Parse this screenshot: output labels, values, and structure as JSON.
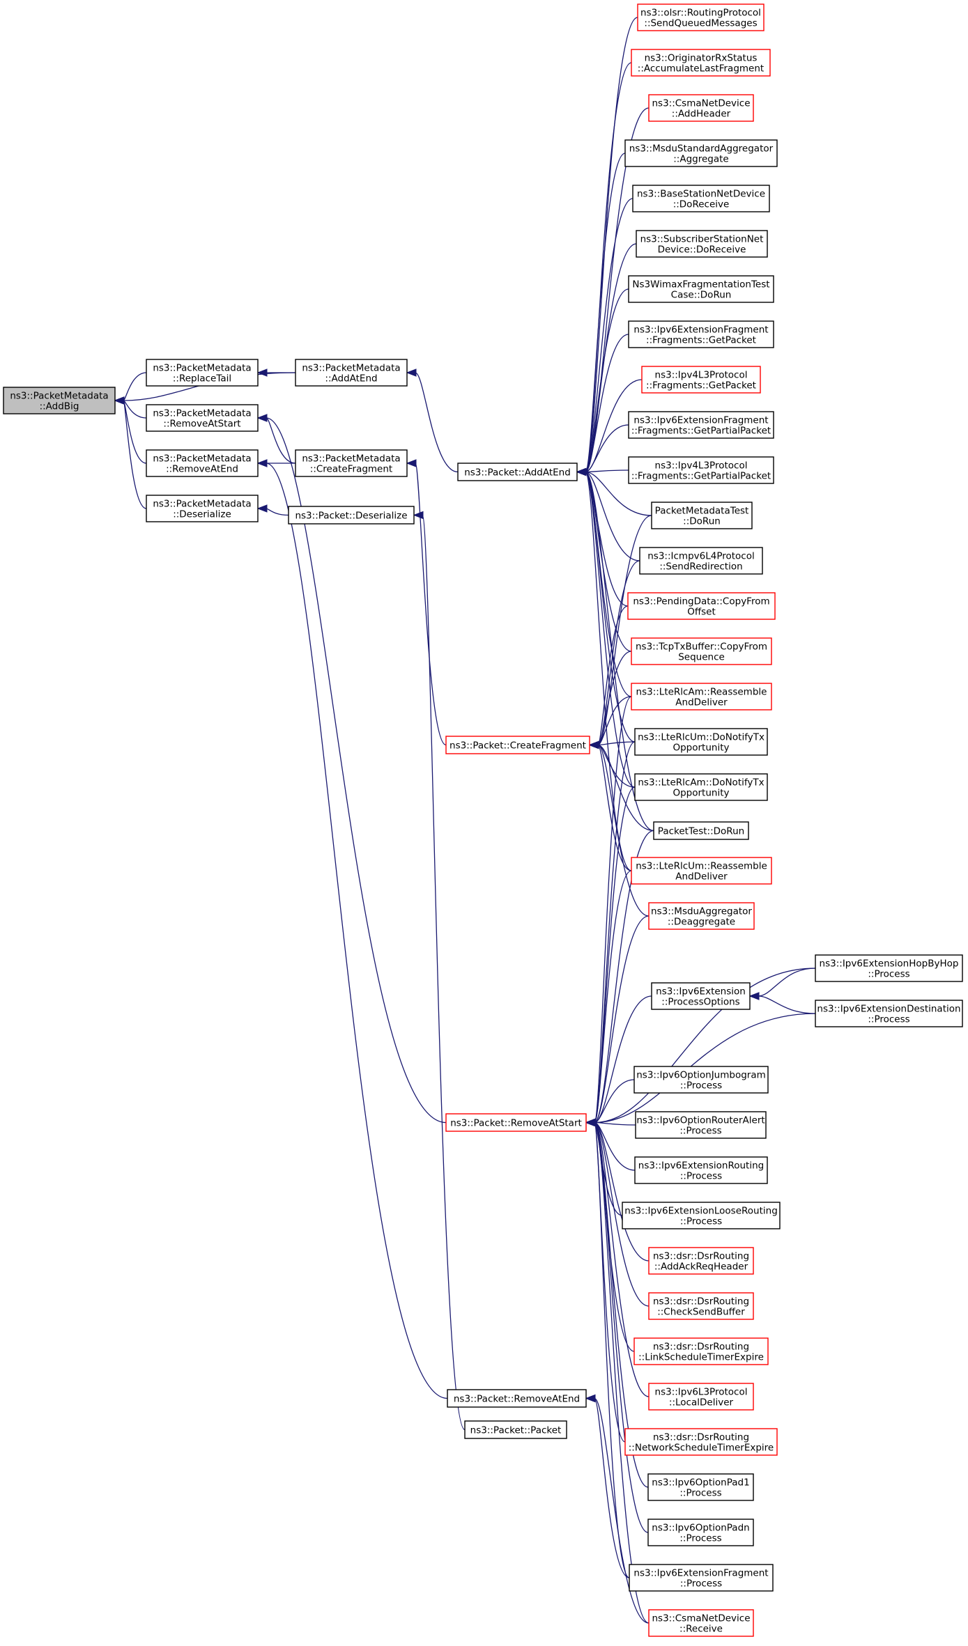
{
  "graph": {
    "colors": {
      "edge": "#191970",
      "root_fill": "#bfbfbf",
      "red_border": "#ff0000",
      "normal_border": "#000000"
    },
    "nodes": [
      {
        "id": "n0",
        "lines": [
          "ns3::PacketMetadata",
          "::AddBig"
        ],
        "style": "root"
      },
      {
        "id": "n1",
        "lines": [
          "ns3::PacketMetadata",
          "::ReplaceTail"
        ],
        "style": "normal"
      },
      {
        "id": "n2",
        "lines": [
          "ns3::PacketMetadata",
          "::AddAtEnd"
        ],
        "style": "normal"
      },
      {
        "id": "n3",
        "lines": [
          "ns3::PacketMetadata",
          "::RemoveAtStart"
        ],
        "style": "normal"
      },
      {
        "id": "n4",
        "lines": [
          "ns3::PacketMetadata",
          "::RemoveAtEnd"
        ],
        "style": "normal"
      },
      {
        "id": "n5",
        "lines": [
          "ns3::PacketMetadata",
          "::CreateFragment"
        ],
        "style": "normal"
      },
      {
        "id": "n6",
        "lines": [
          "ns3::PacketMetadata",
          "::Deserialize"
        ],
        "style": "normal"
      },
      {
        "id": "n7",
        "lines": [
          "ns3::Packet::Deserialize"
        ],
        "style": "normal"
      },
      {
        "id": "n8",
        "lines": [
          "ns3::Packet::AddAtEnd"
        ],
        "style": "normal"
      },
      {
        "id": "n9",
        "lines": [
          "ns3::Packet::CreateFragment"
        ],
        "style": "red"
      },
      {
        "id": "n10",
        "lines": [
          "ns3::Packet::RemoveAtStart"
        ],
        "style": "red"
      },
      {
        "id": "n11",
        "lines": [
          "ns3::Packet::RemoveAtEnd"
        ],
        "style": "normal"
      },
      {
        "id": "n12",
        "lines": [
          "ns3::Packet::Packet"
        ],
        "style": "normal"
      },
      {
        "id": "r1",
        "lines": [
          "ns3::olsr::RoutingProtocol",
          "::SendQueuedMessages"
        ],
        "style": "red"
      },
      {
        "id": "r2",
        "lines": [
          "ns3::OriginatorRxStatus",
          "::AccumulateLastFragment"
        ],
        "style": "red"
      },
      {
        "id": "r3",
        "lines": [
          "ns3::CsmaNetDevice",
          "::AddHeader"
        ],
        "style": "red"
      },
      {
        "id": "r4",
        "lines": [
          "ns3::MsduStandardAggregator",
          "::Aggregate"
        ],
        "style": "normal"
      },
      {
        "id": "r5",
        "lines": [
          "ns3::BaseStationNetDevice",
          "::DoReceive"
        ],
        "style": "normal"
      },
      {
        "id": "r6",
        "lines": [
          "ns3::SubscriberStationNet",
          "Device::DoReceive"
        ],
        "style": "normal"
      },
      {
        "id": "r7",
        "lines": [
          "Ns3WimaxFragmentationTest",
          "Case::DoRun"
        ],
        "style": "normal"
      },
      {
        "id": "r8",
        "lines": [
          "ns3::Ipv6ExtensionFragment",
          "::Fragments::GetPacket"
        ],
        "style": "normal"
      },
      {
        "id": "r9",
        "lines": [
          "ns3::Ipv4L3Protocol",
          "::Fragments::GetPacket"
        ],
        "style": "red"
      },
      {
        "id": "r10",
        "lines": [
          "ns3::Ipv6ExtensionFragment",
          "::Fragments::GetPartialPacket"
        ],
        "style": "normal"
      },
      {
        "id": "r11",
        "lines": [
          "ns3::Ipv4L3Protocol",
          "::Fragments::GetPartialPacket"
        ],
        "style": "normal"
      },
      {
        "id": "r12",
        "lines": [
          "PacketMetadataTest",
          "::DoRun"
        ],
        "style": "normal"
      },
      {
        "id": "r13",
        "lines": [
          "ns3::Icmpv6L4Protocol",
          "::SendRedirection"
        ],
        "style": "normal"
      },
      {
        "id": "r14",
        "lines": [
          "ns3::PendingData::CopyFrom",
          "Offset"
        ],
        "style": "red"
      },
      {
        "id": "r15",
        "lines": [
          "ns3::TcpTxBuffer::CopyFrom",
          "Sequence"
        ],
        "style": "red"
      },
      {
        "id": "r16",
        "lines": [
          "ns3::LteRlcAm::Reassemble",
          "AndDeliver"
        ],
        "style": "red"
      },
      {
        "id": "r17",
        "lines": [
          "ns3::LteRlcUm::DoNotifyTx",
          "Opportunity"
        ],
        "style": "normal"
      },
      {
        "id": "r18",
        "lines": [
          "ns3::LteRlcAm::DoNotifyTx",
          "Opportunity"
        ],
        "style": "normal"
      },
      {
        "id": "r19",
        "lines": [
          "PacketTest::DoRun"
        ],
        "style": "normal"
      },
      {
        "id": "r20",
        "lines": [
          "ns3::LteRlcUm::Reassemble",
          "AndDeliver"
        ],
        "style": "red"
      },
      {
        "id": "r21",
        "lines": [
          "ns3::MsduAggregator",
          "::Deaggregate"
        ],
        "style": "red"
      },
      {
        "id": "r22",
        "lines": [
          "ns3::Ipv6Extension",
          "::ProcessOptions"
        ],
        "style": "normal"
      },
      {
        "id": "r23",
        "lines": [
          "ns3::Ipv6ExtensionHopByHop",
          "::Process"
        ],
        "style": "normal"
      },
      {
        "id": "r24",
        "lines": [
          "ns3::Ipv6ExtensionDestination",
          "::Process"
        ],
        "style": "normal"
      },
      {
        "id": "r25",
        "lines": [
          "ns3::Ipv6OptionJumbogram",
          "::Process"
        ],
        "style": "normal"
      },
      {
        "id": "r26",
        "lines": [
          "ns3::Ipv6OptionRouterAlert",
          "::Process"
        ],
        "style": "normal"
      },
      {
        "id": "r27",
        "lines": [
          "ns3::Ipv6ExtensionRouting",
          "::Process"
        ],
        "style": "normal"
      },
      {
        "id": "r28",
        "lines": [
          "ns3::Ipv6ExtensionLooseRouting",
          "::Process"
        ],
        "style": "normal"
      },
      {
        "id": "r29",
        "lines": [
          "ns3::dsr::DsrRouting",
          "::AddAckReqHeader"
        ],
        "style": "red"
      },
      {
        "id": "r30",
        "lines": [
          "ns3::dsr::DsrRouting",
          "::CheckSendBuffer"
        ],
        "style": "red"
      },
      {
        "id": "r31",
        "lines": [
          "ns3::dsr::DsrRouting",
          "::LinkScheduleTimerExpire"
        ],
        "style": "red"
      },
      {
        "id": "r32",
        "lines": [
          "ns3::Ipv6L3Protocol",
          "::LocalDeliver"
        ],
        "style": "red"
      },
      {
        "id": "r33",
        "lines": [
          "ns3::dsr::DsrRouting",
          "::NetworkScheduleTimerExpire"
        ],
        "style": "red"
      },
      {
        "id": "r34",
        "lines": [
          "ns3::Ipv6OptionPad1",
          "::Process"
        ],
        "style": "normal"
      },
      {
        "id": "r35",
        "lines": [
          "ns3::Ipv6OptionPadn",
          "::Process"
        ],
        "style": "normal"
      },
      {
        "id": "r36",
        "lines": [
          "ns3::Ipv6ExtensionFragment",
          "::Process"
        ],
        "style": "normal"
      },
      {
        "id": "r37",
        "lines": [
          "ns3::CsmaNetDevice",
          "::Receive"
        ],
        "style": "red"
      }
    ],
    "edges": [
      [
        "n1",
        "n0"
      ],
      [
        "n2",
        "n0"
      ],
      [
        "n3",
        "n0"
      ],
      [
        "n4",
        "n0"
      ],
      [
        "n6",
        "n0"
      ],
      [
        "n2",
        "n1"
      ],
      [
        "n5",
        "n3"
      ],
      [
        "n5",
        "n4"
      ],
      [
        "n7",
        "n6"
      ],
      [
        "n8",
        "n2"
      ],
      [
        "n9",
        "n5"
      ],
      [
        "n10",
        "n3"
      ],
      [
        "n11",
        "n4"
      ],
      [
        "n12",
        "n7"
      ],
      [
        "r1",
        "n8"
      ],
      [
        "r2",
        "n8"
      ],
      [
        "r3",
        "n8"
      ],
      [
        "r4",
        "n8"
      ],
      [
        "r5",
        "n8"
      ],
      [
        "r6",
        "n8"
      ],
      [
        "r7",
        "n8"
      ],
      [
        "r8",
        "n8"
      ],
      [
        "r9",
        "n8"
      ],
      [
        "r10",
        "n8"
      ],
      [
        "r11",
        "n8"
      ],
      [
        "r12",
        "n8"
      ],
      [
        "r13",
        "n8"
      ],
      [
        "r14",
        "n8"
      ],
      [
        "r15",
        "n8"
      ],
      [
        "r16",
        "n8"
      ],
      [
        "r17",
        "n8"
      ],
      [
        "r18",
        "n8"
      ],
      [
        "r19",
        "n8"
      ],
      [
        "r20",
        "n8"
      ],
      [
        "r12",
        "n9"
      ],
      [
        "r13",
        "n9"
      ],
      [
        "r14",
        "n9"
      ],
      [
        "r15",
        "n9"
      ],
      [
        "r16",
        "n9"
      ],
      [
        "r17",
        "n9"
      ],
      [
        "r18",
        "n9"
      ],
      [
        "r19",
        "n9"
      ],
      [
        "r20",
        "n9"
      ],
      [
        "r21",
        "n9"
      ],
      [
        "r16",
        "n10"
      ],
      [
        "r17",
        "n10"
      ],
      [
        "r18",
        "n10"
      ],
      [
        "r19",
        "n10"
      ],
      [
        "r20",
        "n10"
      ],
      [
        "r21",
        "n10"
      ],
      [
        "r22",
        "n10"
      ],
      [
        "r23",
        "n10"
      ],
      [
        "r24",
        "n10"
      ],
      [
        "r25",
        "n10"
      ],
      [
        "r26",
        "n10"
      ],
      [
        "r27",
        "n10"
      ],
      [
        "r28",
        "n10"
      ],
      [
        "r29",
        "n10"
      ],
      [
        "r30",
        "n10"
      ],
      [
        "r31",
        "n10"
      ],
      [
        "r32",
        "n10"
      ],
      [
        "r33",
        "n10"
      ],
      [
        "r34",
        "n10"
      ],
      [
        "r35",
        "n10"
      ],
      [
        "r36",
        "n10"
      ],
      [
        "r37",
        "n10"
      ],
      [
        "r23",
        "r22"
      ],
      [
        "r24",
        "r22"
      ],
      [
        "r36",
        "n11"
      ],
      [
        "r37",
        "n11"
      ]
    ]
  }
}
